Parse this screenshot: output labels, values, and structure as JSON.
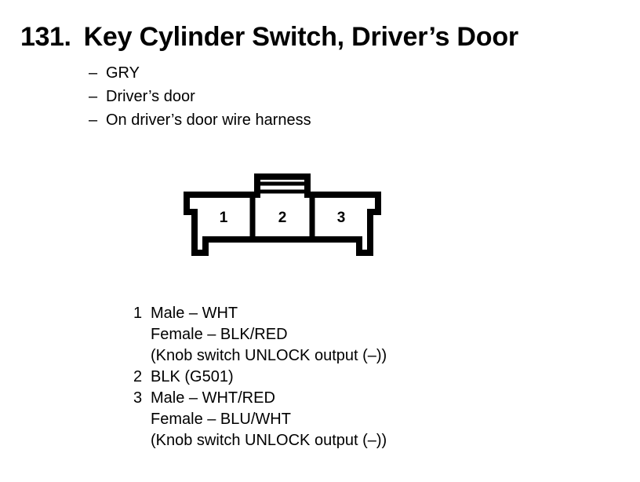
{
  "title": {
    "number": "131.",
    "text": "Key Cylinder Switch, Driver’s Door"
  },
  "attributes": {
    "dash": "–",
    "items": [
      "GRY",
      "Driver’s door",
      "On driver’s door wire harness"
    ]
  },
  "connector": {
    "name": "3-way connector face view",
    "pin_labels": [
      "1",
      "2",
      "3"
    ],
    "line_color": "#000000",
    "fill_color": "#ffffff"
  },
  "pin_legend": [
    {
      "number": "1",
      "lines": [
        "Male – WHT",
        "Female – BLK/RED",
        "(Knob switch UNLOCK output (–))"
      ]
    },
    {
      "number": "2",
      "lines": [
        "BLK (G501)"
      ]
    },
    {
      "number": "3",
      "lines": [
        "Male – WHT/RED",
        "Female – BLU/WHT",
        "(Knob switch UNLOCK output (–))"
      ]
    }
  ]
}
